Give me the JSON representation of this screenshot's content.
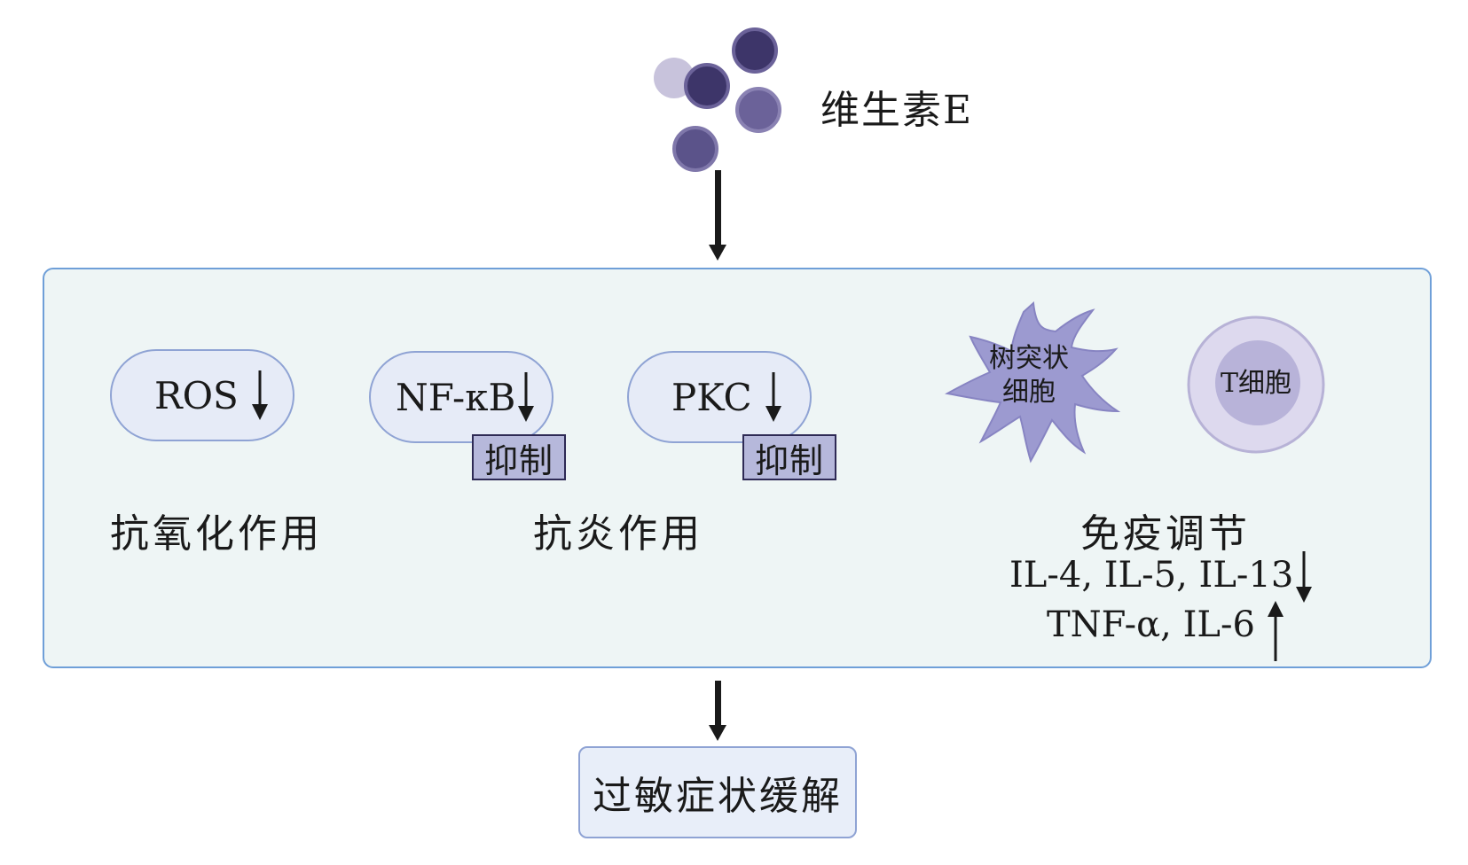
{
  "vitamin": {
    "label": "维生素E"
  },
  "pills": {
    "ros": "ROS",
    "nfkb": "NF-κB",
    "pkc": "PKC",
    "inhibit": "抑制"
  },
  "categories": {
    "antioxidant": "抗氧化作用",
    "anti_inflammatory": "抗炎作用",
    "immune": "免疫调节"
  },
  "cells": {
    "dendritic": [
      "树突状",
      "细胞"
    ],
    "t_cell": "T细胞"
  },
  "cytokines": {
    "down": "IL-4, IL-5, IL-13",
    "up": "TNF-α, IL-6"
  },
  "result": "过敏症状缓解",
  "colors": {
    "box_fill": "#eef5f5",
    "box_border": "#6f9fd8",
    "pill_fill": "#e6ebf7",
    "inhibit_fill": "#b6b8db",
    "dark_purple": "#3d3569",
    "mid_purple": "#6b6299",
    "light_purple": "#c8c3dc"
  }
}
